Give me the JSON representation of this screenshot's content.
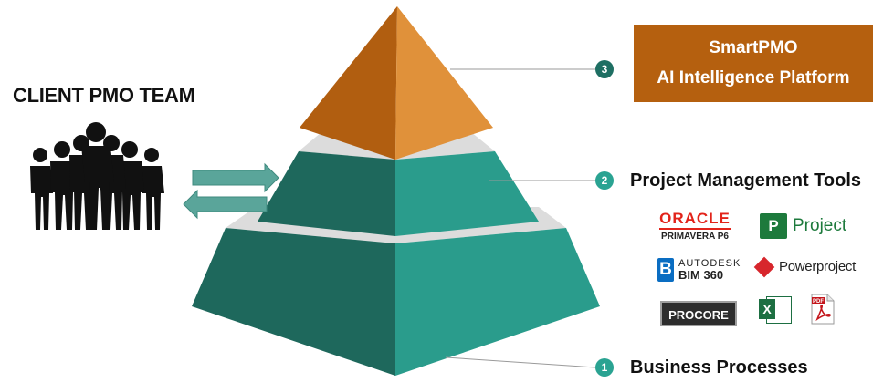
{
  "team": {
    "title": "CLIENT PMO TEAM",
    "people_count": 7,
    "arrow_icons": [
      "arrow-right-icon",
      "arrow-left-icon"
    ]
  },
  "levels": [
    {
      "number": "3",
      "title": "SmartPMO",
      "subtitle": "AI Intelligence Platform"
    },
    {
      "number": "2",
      "title": "Project Management Tools"
    },
    {
      "number": "1",
      "title": "Business Processes"
    }
  ],
  "tools": {
    "oracle": {
      "name": "ORACLE",
      "sub": "PRIMAVERA P6"
    },
    "msproject": {
      "icon_letter": "P",
      "name": "Project"
    },
    "autodesk": {
      "icon_letter": "B",
      "line1": "AUTODESK",
      "line2": "BIM 360"
    },
    "powerproject": {
      "name": "Powerproject"
    },
    "procore": {
      "name": "PROCORE"
    },
    "excel": {
      "icon_letter": "X"
    },
    "pdf": {
      "label": "PDF"
    }
  },
  "colors": {
    "tier3_left": "#b15e10",
    "tier3_right": "#e0913a",
    "tier_left": "#1e685c",
    "tier_right": "#2a9c8c",
    "gap": "#dcdcdc",
    "smartpmo_box": "#b5600f",
    "arrow": "#5aa59a"
  }
}
